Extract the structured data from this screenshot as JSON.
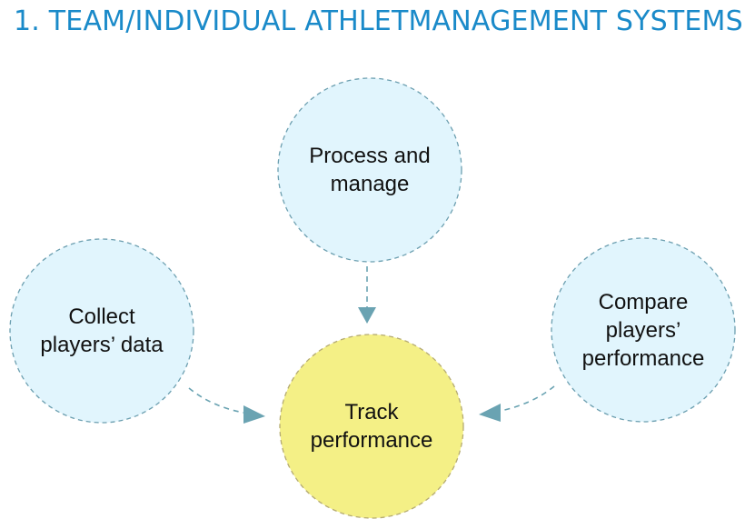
{
  "title": "1. TEAM/INDIVIDUAL ATHLETMANAGEMENT SYSTEMS",
  "colors": {
    "title": "#1a8ac9",
    "outer_fill": "#e1f5fd",
    "outer_stroke": "#6c9fb0",
    "center_fill": "#f4f086",
    "center_stroke": "#b5ab72",
    "arrow": "#6aa3b2"
  },
  "nodes": {
    "process": "Process and\nmanage",
    "collect": "Collect\nplayers’ data",
    "compare": "Compare\nplayers’\nperformance",
    "track": "Track\nperformance"
  }
}
